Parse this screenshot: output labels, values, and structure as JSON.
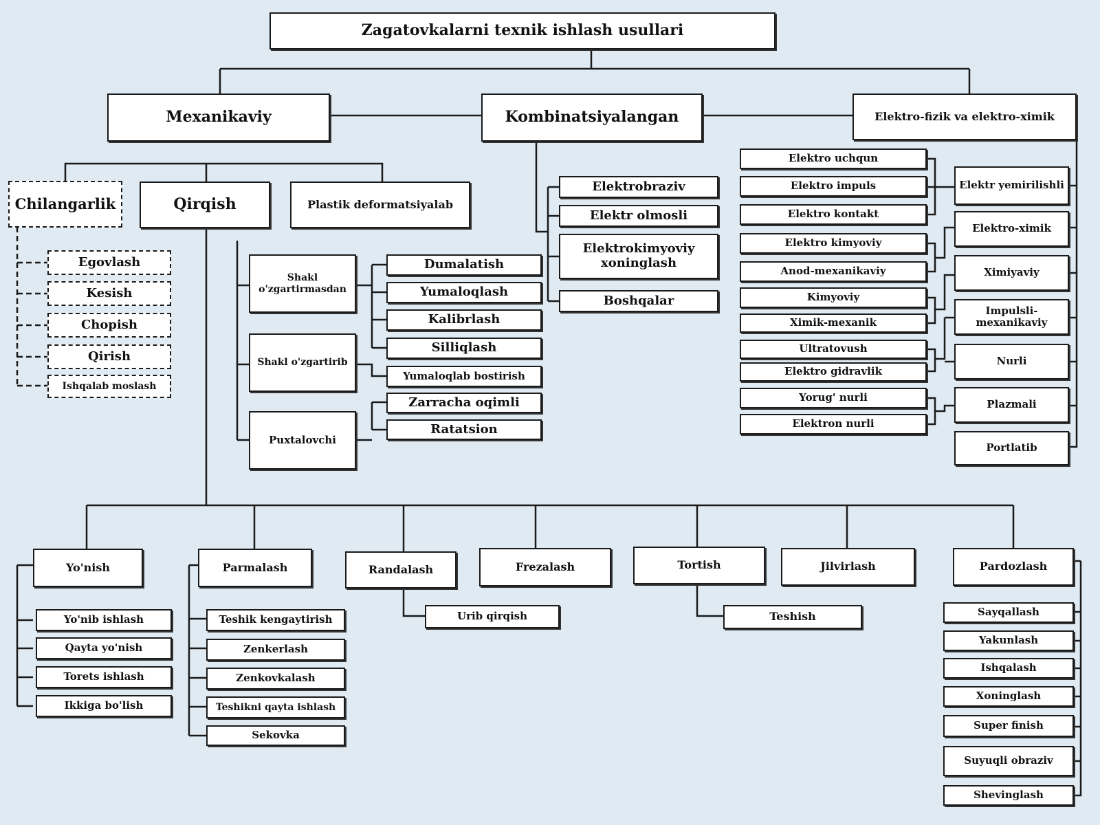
{
  "title": "Zagatovkalarni texnik ishlash usullari",
  "main": {
    "mexanikaviy": "Mexanikaviy",
    "kombinatsiyalangan": "Kombinatsiyalangan",
    "elektrofizik": "Elektro-fizik va elektro-ximik"
  },
  "mexanikaviy": {
    "chilangarlik": "Chilangarlik",
    "qirqish": "Qirqish",
    "plastik": "Plastik deformatsiyalab",
    "chilangarlik_items": [
      "Egovlash",
      "Kesish",
      "Chopish",
      "Qirish",
      "Ishqalab moslash"
    ]
  },
  "plastik": {
    "shakl_ozgartirmasdan": "Shakl o'zgartirmasdan",
    "shakl_ozgartirib": "Shakl o'zgartirib",
    "puxtalovchi": "Puxtalovchi",
    "ozgartirmasdan_items": [
      "Dumalatish",
      "Yumaloqlash",
      "Kalibrlash",
      "Silliqlash"
    ],
    "ozgartirib_items": [
      "Yumaloqlab bostirish"
    ],
    "puxtalovchi_items": [
      "Zarracha oqimli",
      "Ratatsion"
    ]
  },
  "kombinatsiyalangan_items": [
    "Elektrobraziv",
    "Elektr olmosli",
    "Elektrokimyoviy xoninglash",
    "Boshqalar"
  ],
  "elektro": {
    "left_items": [
      "Elektro uchqun",
      "Elektro impuls",
      "Elektro kontakt",
      "Elektro kimyoviy",
      "Anod-mexanikaviy",
      "Kimyoviy",
      "Ximik-mexanik",
      "Ultratovush",
      "Elektro gidravlik",
      "Yorug' nurli",
      "Elektron nurli"
    ],
    "right_items": [
      "Elektr yemirilishli",
      "Elektro-ximik",
      "Ximiyaviy",
      "Impulsli-mexanikaviy",
      "Nurli",
      "Plazmali",
      "Portlatib"
    ]
  },
  "qirqish": {
    "yonish": "Yo'nish",
    "parmalash": "Parmalash",
    "randalash": "Randalash",
    "frezalash": "Frezalash",
    "tortish": "Tortish",
    "jilvirlash": "Jilvirlash",
    "pardozlash": "Pardozlash",
    "yonish_items": [
      "Yo'nib ishlash",
      "Qayta yo'nish",
      "Torets ishlash",
      "Ikkiga bo'lish"
    ],
    "parmalash_items": [
      "Teshik kengaytirish",
      "Zenkerlash",
      "Zenkovkalash",
      "Teshikni qayta ishlash",
      "Sekovka"
    ],
    "randalash_items": [
      "Urib qirqish"
    ],
    "tortish_items": [
      "Teshish"
    ],
    "pardozlash_items": [
      "Sayqallash",
      "Yakunlash",
      "Ishqalash",
      "Xoninglash",
      "Super finish",
      "Suyuqli obraziv",
      "Shevinglash"
    ]
  }
}
